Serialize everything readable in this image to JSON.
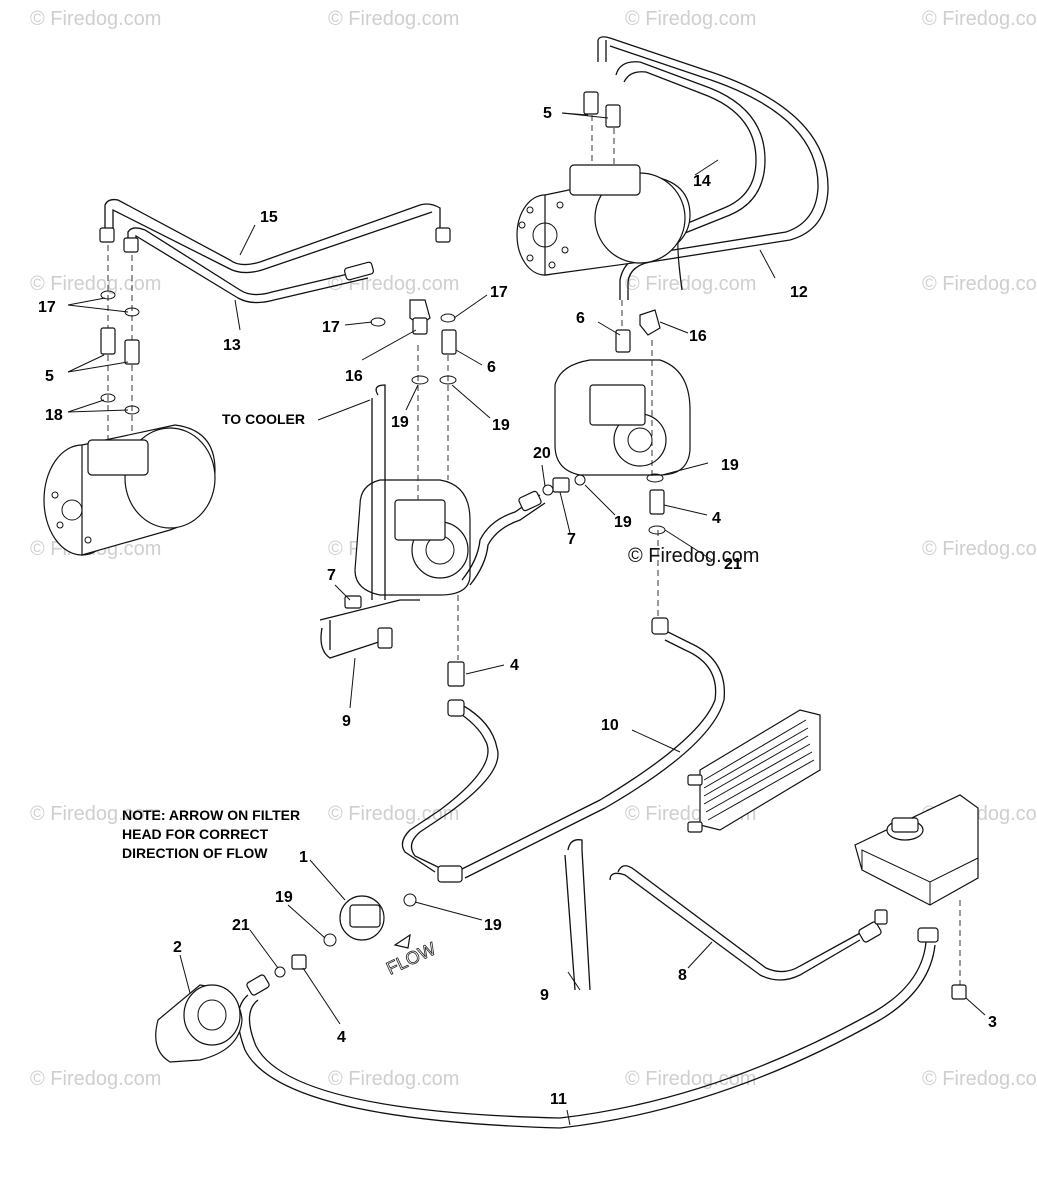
{
  "watermark": {
    "text": "© Firedog.com",
    "main_text": "© Firedog.com"
  },
  "notes": {
    "filter_note_line1": "NOTE: ARROW ON FILTER",
    "filter_note_line2": "HEAD FOR CORRECT",
    "filter_note_line3": "DIRECTION OF FLOW",
    "to_cooler": "TO COOLER",
    "flow": "FLOW"
  },
  "callouts": {
    "c1": "1",
    "c2": "2",
    "c3": "3",
    "c4a": "4",
    "c4b": "4",
    "c4c": "4",
    "c5a": "5",
    "c5b": "5",
    "c6a": "6",
    "c6b": "6",
    "c7a": "7",
    "c7b": "7",
    "c8": "8",
    "c9a": "9",
    "c9b": "9",
    "c10": "10",
    "c11": "11",
    "c12": "12",
    "c13": "13",
    "c14": "14",
    "c15": "15",
    "c16a": "16",
    "c16b": "16",
    "c17a": "17",
    "c17b": "17",
    "c17c": "17",
    "c18": "18",
    "c19a": "19",
    "c19b": "19",
    "c19c": "19",
    "c19d": "19",
    "c19e": "19",
    "c19f": "19",
    "c20": "20",
    "c21a": "21",
    "c21b": "21"
  }
}
